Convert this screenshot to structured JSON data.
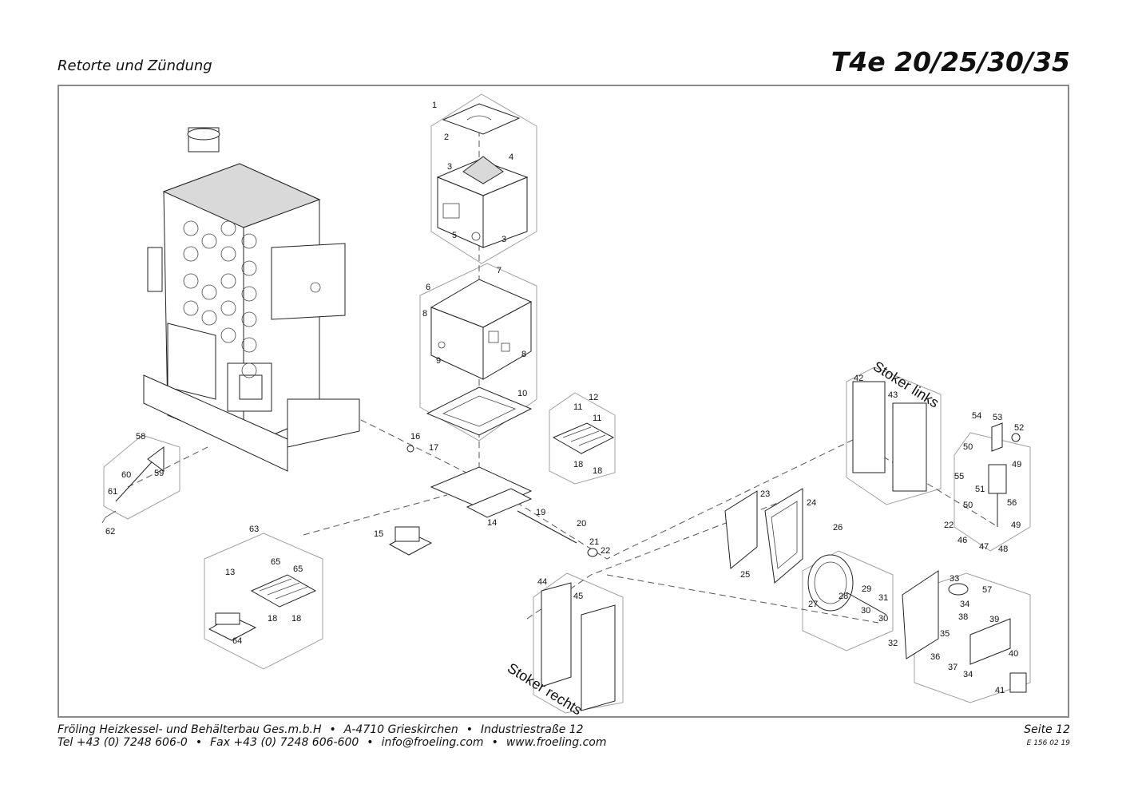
{
  "header": {
    "section_title": "Retorte und Zündung",
    "model": "T4e 20/25/30/35"
  },
  "footer": {
    "company": "Fröling Heizkessel- und Behälterbau Ges.m.b.H",
    "address": "A-4710 Grieskirchen",
    "street": "Industriestraße 12",
    "tel": "Tel +43 (0) 7248 606-0",
    "fax": "Fax +43 (0) 7248 606-600",
    "email": "info@froeling.com",
    "web": "www.froeling.com",
    "page": "Seite 12",
    "doc_code": "E 156 02 19",
    "separator": "•"
  },
  "group_labels": {
    "stoker_links": "Stoker links",
    "stoker_rechts": "Stoker rechts"
  },
  "part_numbers": [
    "1",
    "2",
    "3",
    "4",
    "3",
    "5",
    "6",
    "7",
    "8",
    "8",
    "9",
    "10",
    "12",
    "11",
    "11",
    "18",
    "18",
    "16",
    "17",
    "14",
    "19",
    "20",
    "21",
    "22",
    "15",
    "58",
    "59",
    "60",
    "61",
    "62",
    "63",
    "13",
    "65",
    "65",
    "18",
    "18",
    "64",
    "44",
    "45",
    "23",
    "24",
    "25",
    "26",
    "27",
    "28",
    "29",
    "31",
    "30",
    "30",
    "42",
    "43",
    "54",
    "53",
    "52",
    "50",
    "49",
    "55",
    "51",
    "56",
    "50",
    "22",
    "46",
    "47",
    "48",
    "49",
    "33",
    "57",
    "34",
    "38",
    "39",
    "35",
    "36",
    "37",
    "34",
    "40",
    "41",
    "32"
  ]
}
